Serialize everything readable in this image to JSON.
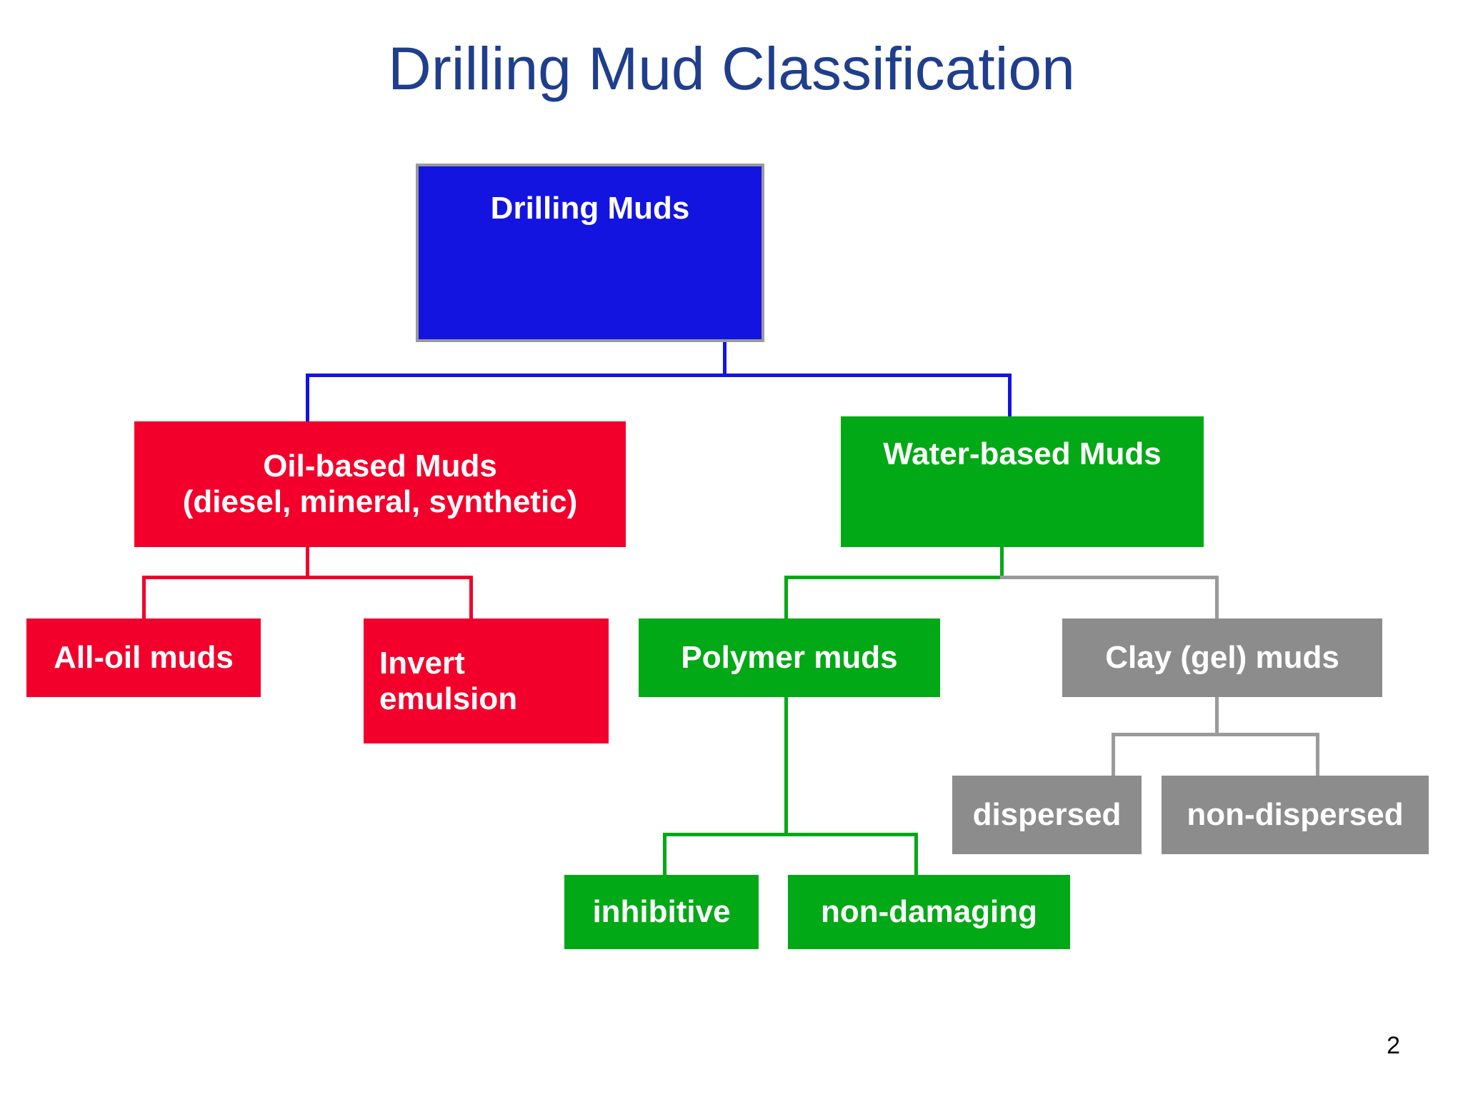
{
  "slide": {
    "title": "Drilling Mud Classification",
    "page_number": "2",
    "background_color": "#ffffff",
    "title_color": "#1F3E8C"
  },
  "colors": {
    "root_blue": "#1414E0",
    "oil_red": "#F2002B",
    "water_green": "#00A915",
    "clay_gray": "#8C8C8C",
    "box_border_gray": "#9A9A9A",
    "text_white": "#FFFFFF"
  },
  "chart_data": {
    "type": "diagram",
    "title": "Drilling Mud Classification",
    "nodes": [
      {
        "id": "drilling-muds",
        "label": "Drilling Muds",
        "color": "#1414E0",
        "level": 0,
        "parent": null
      },
      {
        "id": "oil-based-muds",
        "label": "Oil-based Muds\n(diesel, mineral, synthetic)",
        "color": "#F2002B",
        "level": 1,
        "parent": "drilling-muds"
      },
      {
        "id": "water-based-muds",
        "label": "Water-based Muds",
        "color": "#00A915",
        "level": 1,
        "parent": "drilling-muds"
      },
      {
        "id": "all-oil-muds",
        "label": "All-oil  muds",
        "color": "#F2002B",
        "level": 2,
        "parent": "oil-based-muds"
      },
      {
        "id": "invert-emulsion",
        "label": "Invert\nemulsion",
        "color": "#F2002B",
        "level": 2,
        "parent": "oil-based-muds"
      },
      {
        "id": "polymer-muds",
        "label": "Polymer muds",
        "color": "#00A915",
        "level": 2,
        "parent": "water-based-muds"
      },
      {
        "id": "clay-gel-muds",
        "label": "Clay (gel) muds",
        "color": "#8C8C8C",
        "level": 2,
        "parent": "water-based-muds"
      },
      {
        "id": "inhibitive",
        "label": "inhibitive",
        "color": "#00A915",
        "level": 3,
        "parent": "polymer-muds"
      },
      {
        "id": "non-damaging",
        "label": "non-damaging",
        "color": "#00A915",
        "level": 3,
        "parent": "polymer-muds"
      },
      {
        "id": "dispersed",
        "label": "dispersed",
        "color": "#8C8C8C",
        "level": 3,
        "parent": "clay-gel-muds"
      },
      {
        "id": "non-dispersed",
        "label": "non-dispersed",
        "color": "#8C8C8C",
        "level": 3,
        "parent": "clay-gel-muds"
      }
    ],
    "edges": [
      {
        "from": "drilling-muds",
        "to": "oil-based-muds",
        "color": "#1414E0"
      },
      {
        "from": "drilling-muds",
        "to": "water-based-muds",
        "color": "#1414E0"
      },
      {
        "from": "oil-based-muds",
        "to": "all-oil-muds",
        "color": "#F2002B"
      },
      {
        "from": "oil-based-muds",
        "to": "invert-emulsion",
        "color": "#F2002B"
      },
      {
        "from": "water-based-muds",
        "to": "polymer-muds",
        "color": "#00A915"
      },
      {
        "from": "water-based-muds",
        "to": "clay-gel-muds",
        "color": "#9A9A9A"
      },
      {
        "from": "polymer-muds",
        "to": "inhibitive",
        "color": "#00A915"
      },
      {
        "from": "polymer-muds",
        "to": "non-damaging",
        "color": "#00A915"
      },
      {
        "from": "clay-gel-muds",
        "to": "dispersed",
        "color": "#9A9A9A"
      },
      {
        "from": "clay-gel-muds",
        "to": "non-dispersed",
        "color": "#9A9A9A"
      }
    ]
  }
}
